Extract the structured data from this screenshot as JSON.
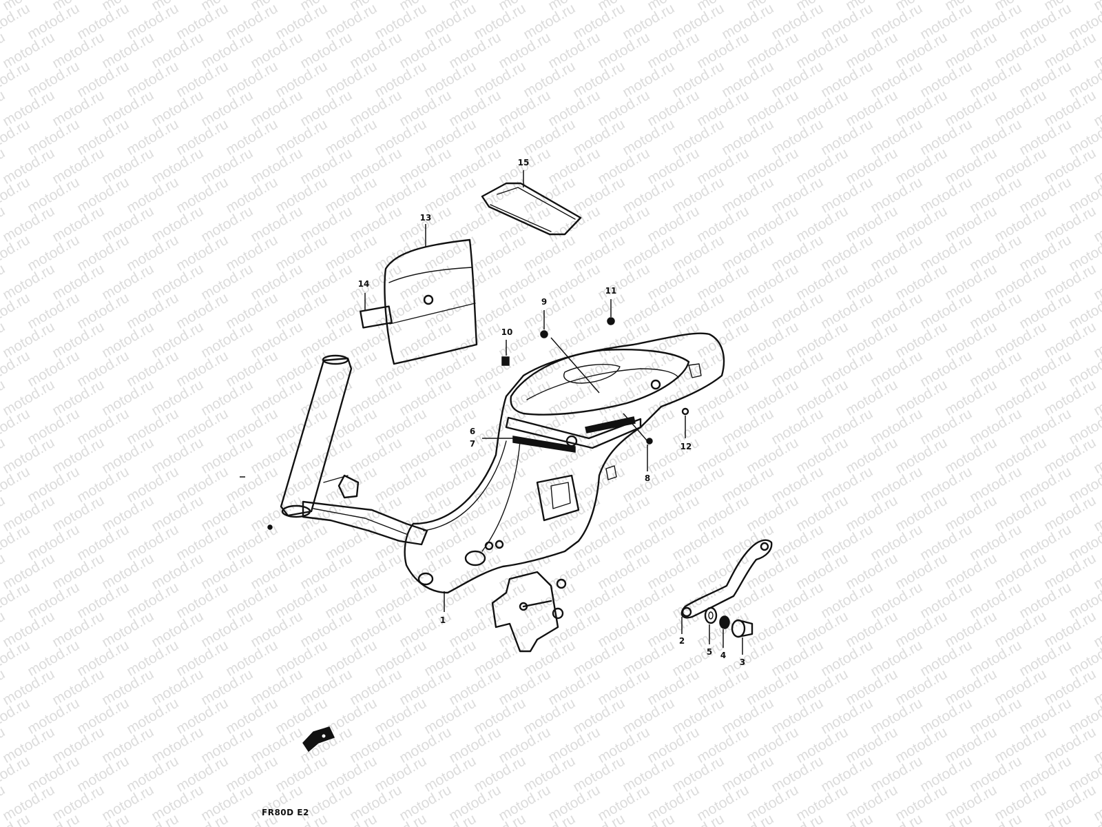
{
  "watermark": "motod.ru",
  "model_code": "FR80D E2",
  "callouts": {
    "c1": "1",
    "c2": "2",
    "c3": "3",
    "c4": "4",
    "c5": "5",
    "c6": "6",
    "c7": "7",
    "c8": "8",
    "c9": "9",
    "c10": "10",
    "c11": "11",
    "c12": "12",
    "c13": "13",
    "c14": "14",
    "c15": "15"
  }
}
